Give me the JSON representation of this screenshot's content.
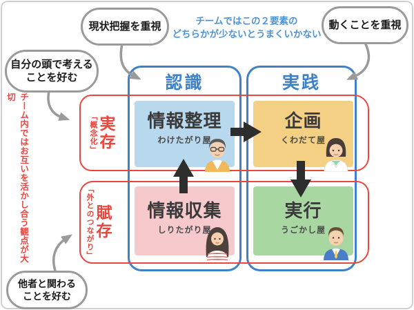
{
  "colors": {
    "blue": "#3d82c8",
    "red": "#e8463e",
    "note_blue": "#4f94d6",
    "bubble_grey": "#9a9a9a",
    "arrow_black": "#2e2e2e",
    "box_info_sort": "#b8d8ee",
    "box_plan": "#f3d084",
    "box_info_gather": "#f6c9cc",
    "box_execute": "#a8d7a2"
  },
  "bubbles": {
    "top_left": {
      "text": "現状把握を重視"
    },
    "top_right": {
      "text": "動くことを重視"
    },
    "left": {
      "line1": "自分の頭で考える",
      "line2": "ことを好む"
    },
    "bottom_left": {
      "line1": "他者と関わる",
      "line2": "ことを好む"
    }
  },
  "note": {
    "line1": "チームではこの２要素の",
    "line2": "どちらかが少ないとうまくいかない"
  },
  "side_note": {
    "text": "チーム内ではお互いを活かし合う観点が大切"
  },
  "columns": [
    {
      "label": "認識"
    },
    {
      "label": "実践"
    }
  ],
  "rows": [
    {
      "label": "実存",
      "sublabel": "「概念化」"
    },
    {
      "label": "賦存",
      "sublabel": "「外とのつながり」"
    }
  ],
  "quadrants": [
    {
      "title": "情報整理",
      "subtitle": "わけたがり屋",
      "color": "#b8d8ee",
      "person": "man-glasses-yellow-vest"
    },
    {
      "title": "企画",
      "subtitle": "くわだて屋",
      "color": "#f3d084",
      "person": "woman-bob-white-coat"
    },
    {
      "title": "情報収集",
      "subtitle": "しりたがり屋",
      "color": "#f6c9cc",
      "person": "woman-long-hair-striped-shirt"
    },
    {
      "title": "実行",
      "subtitle": "うごかし屋",
      "color": "#a8d7a2",
      "person": "man-blue-suit-yellow-tie"
    }
  ]
}
